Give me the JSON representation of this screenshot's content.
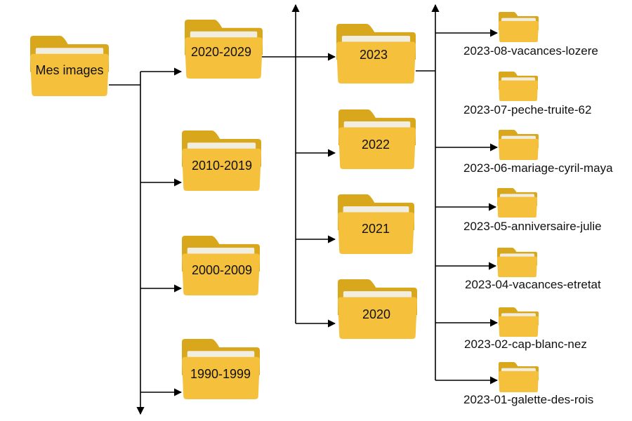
{
  "colors": {
    "folder_back": "#d8a71c",
    "folder_front": "#f5c13d",
    "folder_paper": "#f1ede0",
    "line": "#000000"
  },
  "root": {
    "label": "Mes images"
  },
  "decades": [
    {
      "label": "2020-2029"
    },
    {
      "label": "2010-2019"
    },
    {
      "label": "2000-2009"
    },
    {
      "label": "1990-1999"
    }
  ],
  "years": [
    {
      "label": "2023"
    },
    {
      "label": "2022"
    },
    {
      "label": "2021"
    },
    {
      "label": "2020"
    }
  ],
  "months": [
    {
      "label": "2023-08-vacances-lozere"
    },
    {
      "label": "2023-07-peche-truite-62"
    },
    {
      "label": "2023-06-mariage-cyril-maya"
    },
    {
      "label": "2023-05-anniversaire-julie"
    },
    {
      "label": "2023-04-vacances-etretat"
    },
    {
      "label": "2023-02-cap-blanc-nez"
    },
    {
      "label": "2023-01-galette-des-rois"
    }
  ]
}
